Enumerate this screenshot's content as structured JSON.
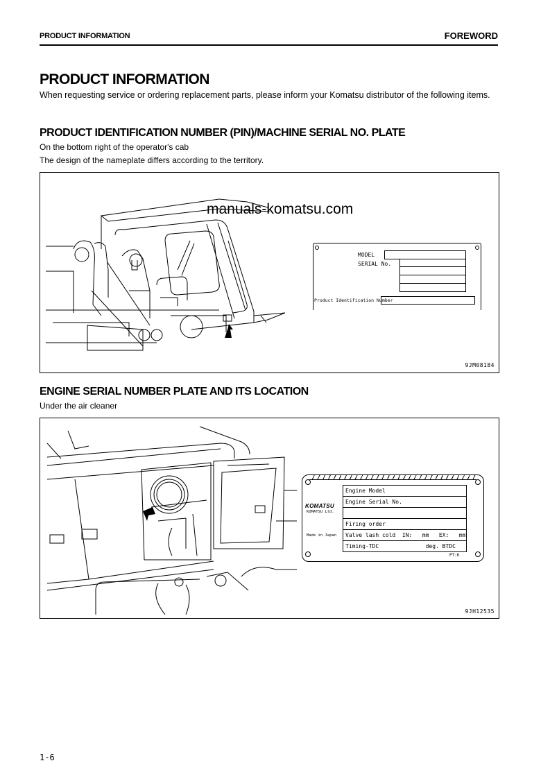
{
  "header": {
    "section_label": "PRODUCT INFORMATION",
    "chapter_label": "FOREWORD"
  },
  "page": {
    "title": "PRODUCT INFORMATION",
    "intro": "When requesting service or ordering replacement parts, please inform your Komatsu distributor of the following items.",
    "page_number": "1-6"
  },
  "section_pin": {
    "heading": "PRODUCT IDENTIFICATION NUMBER (PIN)/MACHINE SERIAL NO. PLATE",
    "line1": "On the bottom right of the operator's cab",
    "line2": "The design of the nameplate differs according to the territory.",
    "figure_code": "9JM08184",
    "watermark": "manuals-komatsu.com",
    "plate": {
      "model_label": "MODEL",
      "serial_label": "SERIAL No.",
      "pin_label": "Product Identification Number"
    }
  },
  "section_engine": {
    "heading": "ENGINE SERIAL NUMBER PLATE AND ITS LOCATION",
    "line1": "Under the air cleaner",
    "figure_code": "9JH12535",
    "plate": {
      "brand": "KOMATSU",
      "company": "KOMATSU Ltd.",
      "origin": "Made in Japan",
      "rows": [
        "Engine Model",
        "Engine Serial No.",
        "",
        "Firing order",
        "Valve lash cold  IN:   mm   EX:   mm",
        "Timing-TDC              deg. BTDC"
      ],
      "footnote": "PT:K"
    }
  }
}
